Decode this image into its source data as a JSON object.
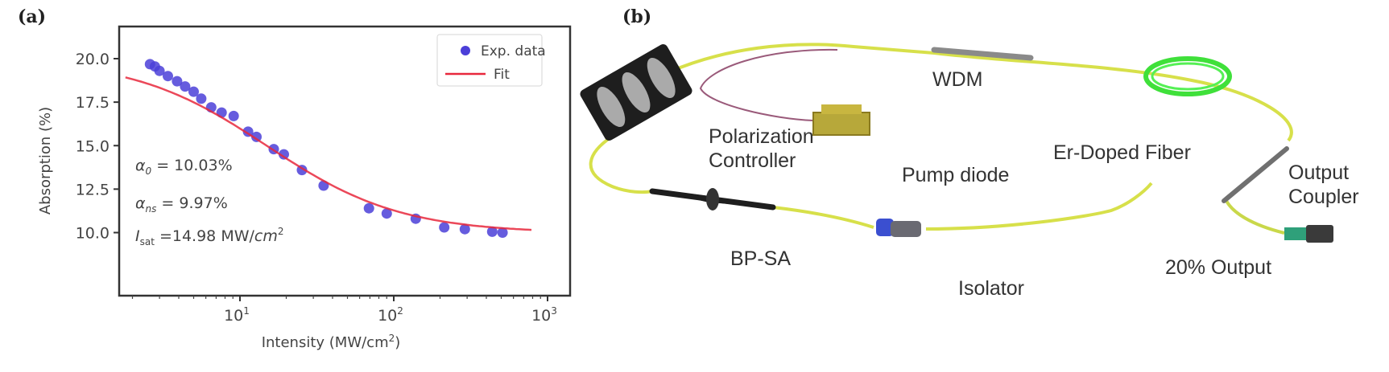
{
  "panels": {
    "a": {
      "label": "(a)"
    },
    "b": {
      "label": "(b)"
    }
  },
  "chart_data": {
    "type": "scatter",
    "title": "",
    "xlabel": "Intensity (MW/cm²)",
    "ylabel": "Absorption (%)",
    "xscale": "log",
    "xlim": [
      1.6,
      1000
    ],
    "ylim": [
      8.5,
      21.8
    ],
    "x_ticks": [
      "10¹",
      "10²",
      "10³"
    ],
    "y_ticks": [
      "20.0",
      "17.5",
      "15.0",
      "12.5",
      "10.0"
    ],
    "grid": false,
    "legend_position": "upper right",
    "legend": [
      "Exp. data",
      "Fit"
    ],
    "series": [
      {
        "name": "Exp. data",
        "kind": "scatter",
        "color": "#4b3fd8",
        "x": [
          2.6,
          2.8,
          3.0,
          3.4,
          3.9,
          4.4,
          5.0,
          5.6,
          6.5,
          7.6,
          9.1,
          11.3,
          12.8,
          16.6,
          19.3,
          25.3,
          35,
          69,
          90,
          139,
          213,
          290,
          437,
          510
        ],
        "y": [
          19.68,
          19.55,
          19.3,
          19.0,
          18.7,
          18.4,
          18.1,
          17.7,
          17.2,
          16.9,
          16.7,
          15.8,
          15.5,
          14.8,
          14.5,
          13.6,
          12.7,
          11.4,
          11.1,
          10.8,
          10.3,
          10.2,
          10.05,
          10.0
        ]
      },
      {
        "name": "Fit",
        "kind": "line",
        "color": "#e8283c",
        "model": "alpha(I) = alpha_0 / (1 + I/I_sat) + alpha_ns",
        "params": {
          "alpha_0": 10.03,
          "alpha_ns": 9.97,
          "I_sat": 14.98
        }
      }
    ],
    "annotations": [
      {
        "text": "α₀ = 10.03%"
      },
      {
        "text": "αₙₛ = 9.97%"
      },
      {
        "text": "I_sat =14.98 MW/cm²"
      }
    ]
  },
  "plot": {
    "ylabel": "Absorption (%)",
    "xlabel_main": "Intensity (MW/cm",
    "xlabel_sup": "2",
    "xlabel_close": ")",
    "yticks": [
      {
        "label": "20.0",
        "value": 20.0
      },
      {
        "label": "17.5",
        "value": 17.5
      },
      {
        "label": "15.0",
        "value": 15.0
      },
      {
        "label": "12.5",
        "value": 12.5
      },
      {
        "label": "10.0",
        "value": 10.0
      }
    ],
    "xticks": [
      {
        "base": "10",
        "exp": "1",
        "value": 10
      },
      {
        "base": "10",
        "exp": "2",
        "value": 100
      },
      {
        "base": "10",
        "exp": "3",
        "value": 1000
      }
    ],
    "legend": {
      "exp_label": "Exp. data",
      "fit_label": "Fit"
    },
    "annotations": {
      "a0_sym": "α",
      "a0_sub": "0",
      "a0_val": " = 10.03%",
      "ans_sym": "α",
      "ans_sub": "ns",
      "ans_val": " = 9.97%",
      "isat_sym": "I",
      "isat_sub": "sat",
      "isat_val": " =14.98 MW/",
      "isat_unit": "cm",
      "isat_sup": "2"
    },
    "colors": {
      "points": "#4b3fd8",
      "fit": "#e8283c",
      "axis": "#333333",
      "text": "#444444"
    }
  },
  "diagram": {
    "labels": {
      "wdm": "WDM",
      "polarization_1": "Polarization",
      "polarization_2": "Controller",
      "er_fiber": "Er-Doped Fiber",
      "pump": "Pump diode",
      "output_coupler_1": "Output",
      "output_coupler_2": "Coupler",
      "bpsa": "BP-SA",
      "isolator": "Isolator",
      "output_20": "20% Output"
    },
    "colors": {
      "fiber": "#d7e04a",
      "fiber_dark": "#c8b640",
      "pump_fiber": "#9a5a7a",
      "wdm": "#8a8a8a",
      "er_coil": "#3fe03a",
      "isolator": "#3b4fd0",
      "pc_body": "#1e1e1e",
      "connector": "#2fa07a"
    }
  }
}
